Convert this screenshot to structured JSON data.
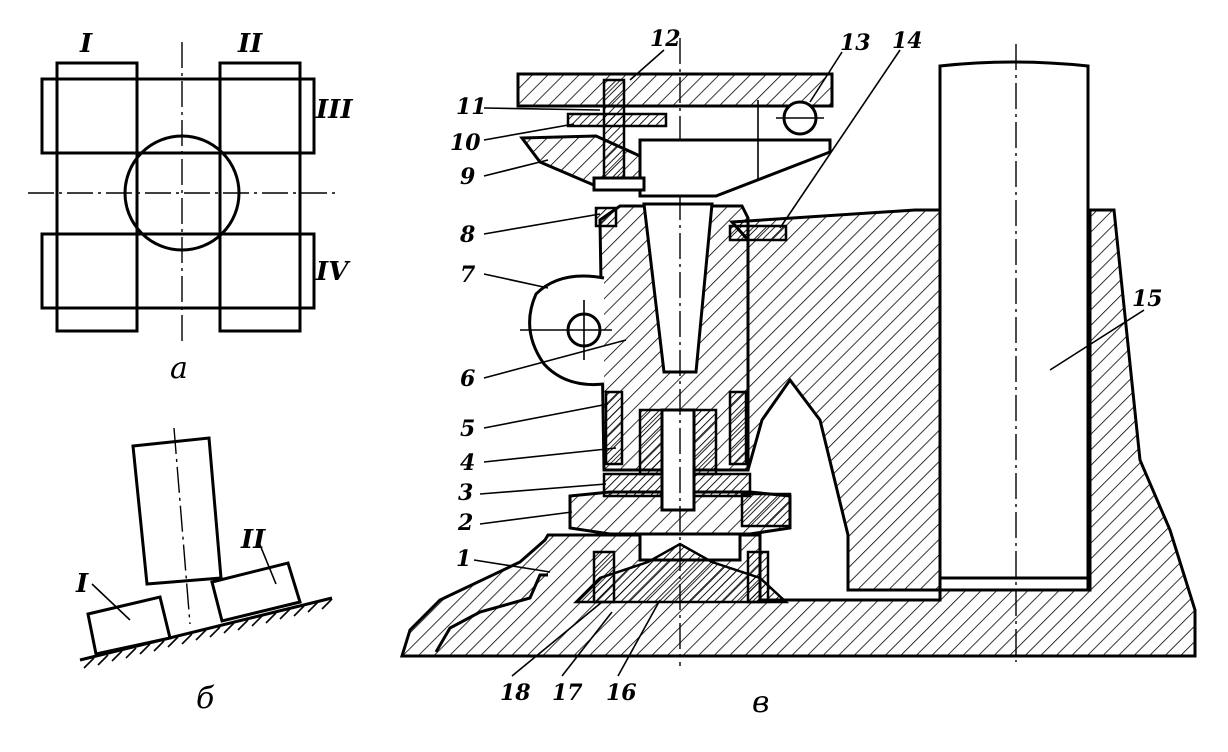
{
  "view_labels": {
    "a": "а",
    "b": "б",
    "c": "в"
  },
  "plan_view": {
    "zone_labels": [
      "I",
      "II",
      "III",
      "IV"
    ]
  },
  "tilted_view": {
    "block_labels": [
      "I",
      "II"
    ]
  },
  "section_view": {
    "part_labels": [
      "1",
      "2",
      "3",
      "4",
      "5",
      "6",
      "7",
      "8",
      "9",
      "10",
      "11",
      "12",
      "13",
      "14",
      "15",
      "16",
      "17",
      "18"
    ]
  }
}
